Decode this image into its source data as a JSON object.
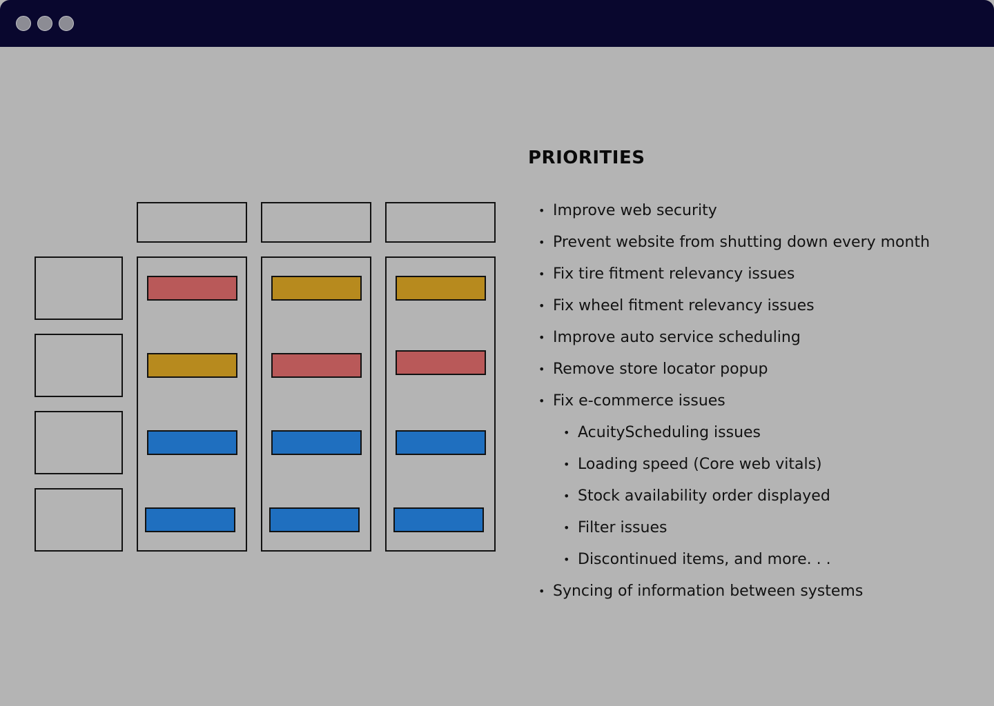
{
  "window": {
    "controls": [
      "close-dot",
      "minimize-dot",
      "maximize-dot"
    ]
  },
  "colors": {
    "red": "#b95959",
    "gold": "#b78a1e",
    "blue": "#1f6fbf",
    "titlebar": "#09072e",
    "background": "#b4b4b4"
  },
  "diagram": {
    "columns": [
      [
        "red",
        "gold",
        "blue",
        "blue"
      ],
      [
        "gold",
        "red",
        "blue",
        "blue"
      ],
      [
        "gold",
        "red",
        "blue",
        "blue"
      ]
    ]
  },
  "priorities": {
    "heading": "PRIORITIES",
    "bullet": "•",
    "items": [
      {
        "text": "Improve web security"
      },
      {
        "text": "Prevent website from shutting down every month"
      },
      {
        "text": "Fix tire fitment relevancy issues"
      },
      {
        "text": "Fix wheel fitment relevancy issues"
      },
      {
        "text": "Improve auto service scheduling"
      },
      {
        "text": "Remove store locator popup"
      },
      {
        "text": "Fix e-commerce issues"
      },
      {
        "text": "AcuityScheduling issues"
      },
      {
        "text": "Loading speed (Core web vitals)"
      },
      {
        "text": "Stock availability order displayed"
      },
      {
        "text": "Filter issues"
      },
      {
        "text": "Discontinued items, and more. . ."
      },
      {
        "text": "Syncing of information between systems"
      }
    ]
  }
}
